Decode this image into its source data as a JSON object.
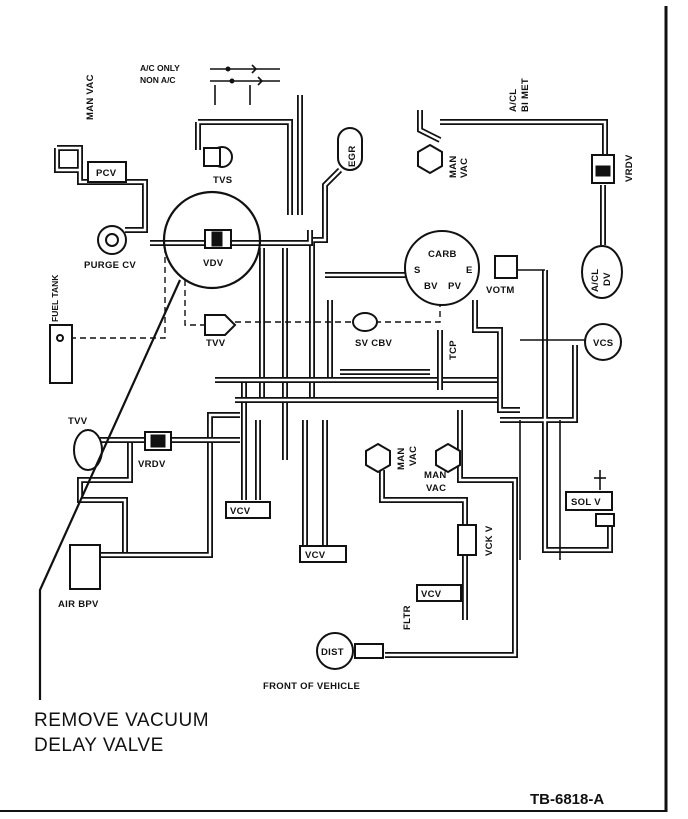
{
  "legend": {
    "ac_only": "A/C ONLY",
    "non_ac": "NON A/C"
  },
  "labels": {
    "man_vac_top": "MAN VAC",
    "pcv": "PCV",
    "tvs": "TVS",
    "egr": "EGR",
    "man_vac_right_1": "MAN",
    "man_vac_right_2": "VAC",
    "acl_bimet_1": "A/CL",
    "acl_bimet_2": "BI MET",
    "vrdv_right": "VRDV",
    "purge_cv": "PURGE CV",
    "vdv": "VDV",
    "carb": "CARB",
    "carb_s": "S",
    "carb_e": "E",
    "carb_bv": "BV",
    "carb_pv": "PV",
    "votm": "VOTM",
    "acl_dv_1": "A/CL",
    "acl_dv_2": "DV",
    "fuel_tank": "FUEL TANK",
    "tvv_mid": "TVV",
    "sv_cbv": "SV CBV",
    "tcp": "TCP",
    "vcs": "VCS",
    "tvv_left": "TVV",
    "vrdv_left": "VRDV",
    "man_vac_center_1": "MAN",
    "man_vac_center_2": "VAC",
    "man_vac_center2_1": "MAN",
    "man_vac_center2_2": "VAC",
    "vcv_1": "VCV",
    "vcv_2": "VCV",
    "vcv_3": "VCV",
    "vck_v": "VCK V",
    "sol_v": "SOL V",
    "fltr": "FLTR",
    "air_bpv": "AIR BPV",
    "dist": "DIST",
    "front_of_vehicle": "FRONT OF VEHICLE"
  },
  "callout": {
    "line1": "REMOVE VACUUM",
    "line2": "DELAY VALVE"
  },
  "figure_code": "TB-6818-A"
}
